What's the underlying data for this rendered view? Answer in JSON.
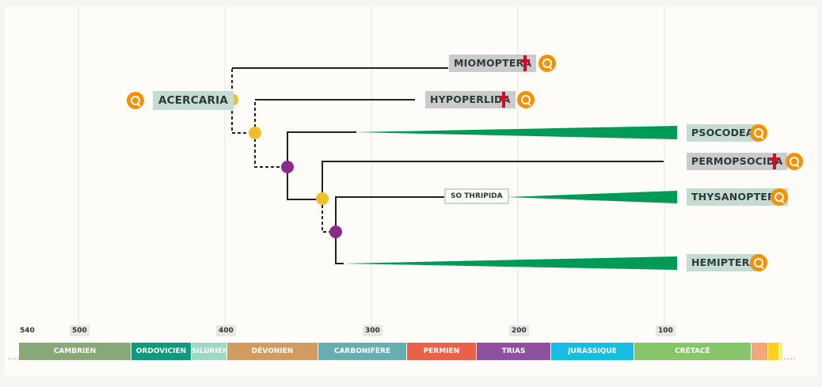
{
  "colors": {
    "accent_zoom": "#f39200",
    "extinct_cross": "#c8102e",
    "node_yellow": "#f0c02a",
    "node_purple": "#8a2a8a",
    "lineage_green": "#009a57",
    "label_living": "#c6dbd2",
    "label_extinct": "#cbcbcb"
  },
  "root": {
    "label": "ACERCARIA",
    "icon": "zoom-icon"
  },
  "taxa": [
    {
      "label": "MIOMOPTERA",
      "extinct": true,
      "icon": "zoom-icon"
    },
    {
      "label": "HYPOPERLIDA",
      "extinct": true,
      "icon": "zoom-icon"
    },
    {
      "label": "PSOCODEA",
      "extinct": false,
      "icon": "zoom-icon"
    },
    {
      "label": "PERMOPSOCIDA",
      "extinct": true,
      "icon": "zoom-icon"
    },
    {
      "label": "THYSANOPTERA",
      "extinct": false,
      "icon": "zoom-icon"
    },
    {
      "label": "HEMIPTERA",
      "extinct": false,
      "icon": "zoom-icon"
    }
  ],
  "sublabel": "SO THRIPIDA",
  "axis": {
    "ticks": [
      "540",
      "500",
      "400",
      "300",
      "200",
      "100"
    ],
    "end_marker": "...."
  },
  "periods": [
    {
      "name": "CAMBRIEN",
      "color": "#88a878"
    },
    {
      "name": "ORDOVICIEN",
      "color": "#0e9a7c"
    },
    {
      "name": "SILURIEN",
      "color": "#9fd6c4"
    },
    {
      "name": "DÉVONIEN",
      "color": "#cf9b5e"
    },
    {
      "name": "CARBONIFÈRE",
      "color": "#67aeb0"
    },
    {
      "name": "PERMIEN",
      "color": "#e8624a"
    },
    {
      "name": "TRIAS",
      "color": "#8f50a0"
    },
    {
      "name": "JURASSIQUE",
      "color": "#16bde0"
    },
    {
      "name": "CRÉTACÉ",
      "color": "#86c56a"
    },
    {
      "name": "",
      "color": "#f4a878"
    },
    {
      "name": "",
      "color": "#fbd01e"
    },
    {
      "name": "",
      "color": "#f8ee86"
    }
  ]
}
